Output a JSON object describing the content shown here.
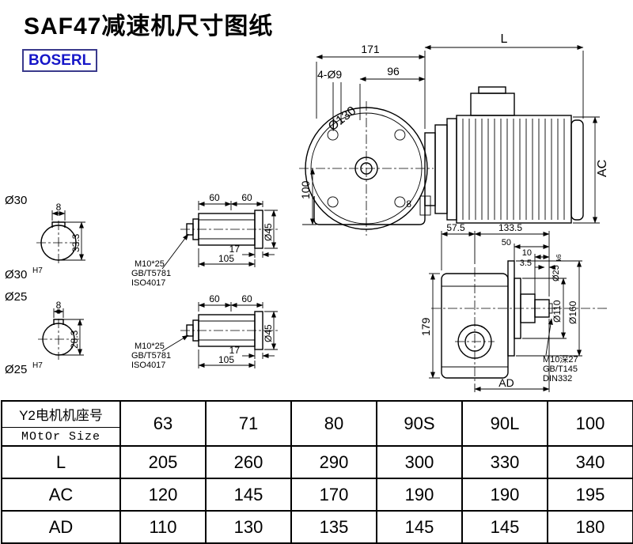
{
  "title": "SAF47减速机尺寸图纸",
  "brand": "BOSERL",
  "front_view": {
    "d171": "171",
    "dL": "L",
    "d96": "96",
    "holes": "4-Ø9",
    "flange": "Ø130",
    "d100": "100",
    "key8": "8",
    "dAC": "AC"
  },
  "sections": {
    "d30": "Ø30",
    "d30h7": "Ø30",
    "d30h7_sup": "H7",
    "d30_key": "8",
    "d30_h": "33.3",
    "d25": "Ø25",
    "d25h7": "Ø25",
    "d25h7_sup": "H7",
    "d25_key": "8",
    "d25_h": "28.3"
  },
  "shaft_upper": {
    "d60a": "60",
    "d60b": "60",
    "d17": "17",
    "d105": "105",
    "d45": "Ø45",
    "bolt": "M10*25",
    "std1": "GB/T5781",
    "std2": "ISO4017"
  },
  "shaft_lower": {
    "d60a": "60",
    "d60b": "60",
    "d17": "17",
    "d105": "105",
    "d45": "Ø45",
    "bolt": "M10*25",
    "std1": "GB/T5781",
    "std2": "ISO4017"
  },
  "side_view": {
    "d57_5": "57.5",
    "d133_5": "133.5",
    "d50": "50",
    "d10": "10",
    "d3_5": "3.5",
    "d25k6": "Ø25",
    "d25k6_sub": "k6",
    "d179": "179",
    "d110": "Ø110",
    "d160": "Ø160",
    "dAD": "AD",
    "tap": "M10深27",
    "std1": "GB/T145",
    "std2": "DIN332"
  },
  "table": {
    "header_cn": "Y2电机机座号",
    "header_en": "MOtOr Size",
    "sizes": [
      "63",
      "71",
      "80",
      "90S",
      "90L",
      "100"
    ],
    "rows": [
      {
        "label": "L",
        "values": [
          "205",
          "260",
          "290",
          "300",
          "330",
          "340"
        ]
      },
      {
        "label": "AC",
        "values": [
          "120",
          "145",
          "170",
          "190",
          "190",
          "195"
        ]
      },
      {
        "label": "AD",
        "values": [
          "110",
          "130",
          "135",
          "145",
          "145",
          "180"
        ]
      }
    ]
  }
}
